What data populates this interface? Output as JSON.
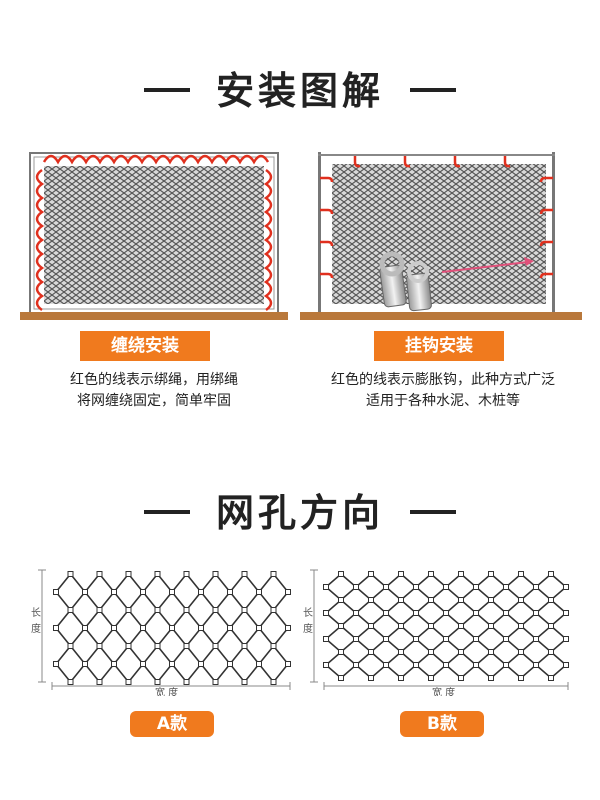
{
  "install": {
    "title": "安装图解",
    "method_a": {
      "label": "缠绕安装",
      "caption_line1": "红色的线表示绑绳，用绑绳",
      "caption_line2": "将网缠绕固定，简单牢固"
    },
    "method_b": {
      "label": "挂钩安装",
      "caption_line1": "红色的线表示膨胀钩，此种方式广泛",
      "caption_line2": "适用于各种水泥、木桩等"
    }
  },
  "direction": {
    "title": "网孔方向",
    "style_a": {
      "label": "A款",
      "length_label": "长度",
      "width_label": "宽度"
    },
    "style_b": {
      "label": "B款",
      "length_label": "长度",
      "width_label": "宽度"
    }
  },
  "colors": {
    "accent": "#f07a1e",
    "rope": "#e0301e",
    "ground": "#b9783b"
  }
}
